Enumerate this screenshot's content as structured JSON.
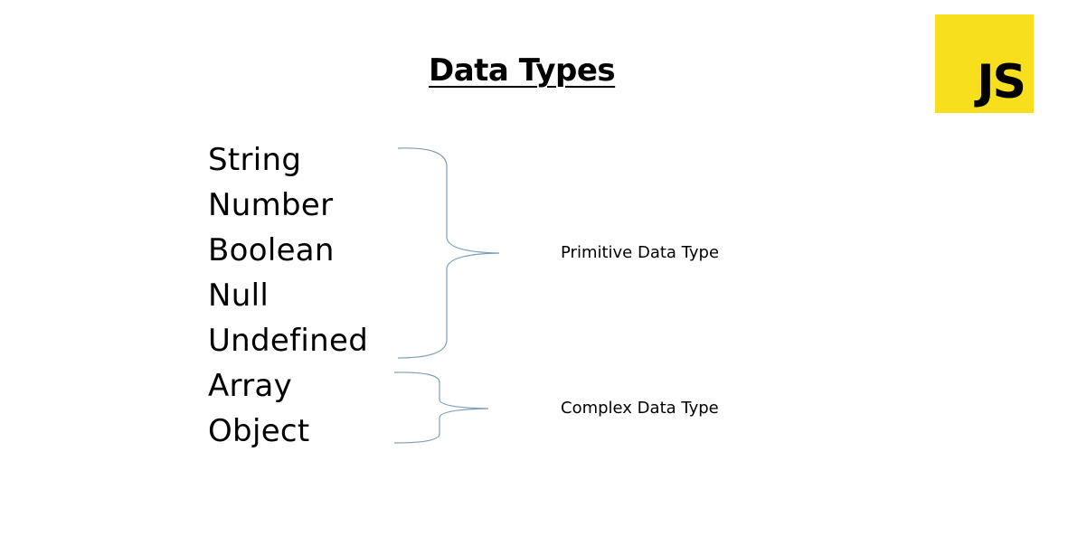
{
  "slide": {
    "title": "Data Types",
    "logo_text": "JS",
    "logo_color": "#f7df1e",
    "brace_color": "#7f9db9"
  },
  "types": [
    {
      "name": "String",
      "group": "primitive"
    },
    {
      "name": "Number",
      "group": "primitive"
    },
    {
      "name": "Boolean",
      "group": "primitive"
    },
    {
      "name": "Null",
      "group": "primitive"
    },
    {
      "name": "Undefined",
      "group": "primitive"
    },
    {
      "name": "Array",
      "group": "complex"
    },
    {
      "name": "Object",
      "group": "complex"
    }
  ],
  "groups": {
    "primitive": {
      "label": "Primitive Data Type"
    },
    "complex": {
      "label": "Complex Data Type"
    }
  }
}
